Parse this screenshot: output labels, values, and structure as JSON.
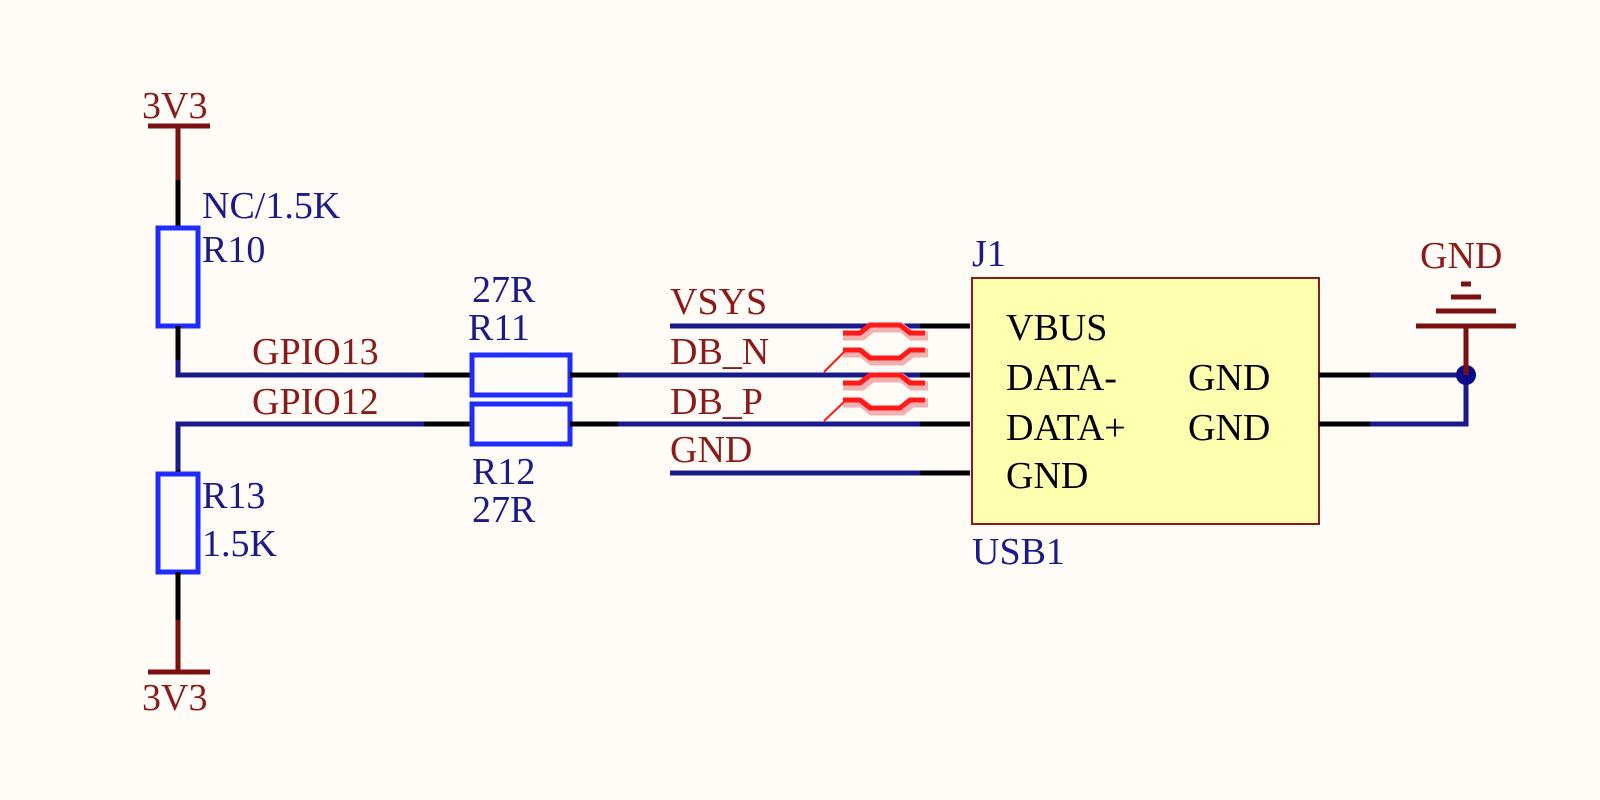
{
  "colors": {
    "wire": "#1a1a8c",
    "pin_stub": "#000000",
    "power": "#7a1010",
    "net_label": "#8b1a1a",
    "designator": "#1a1a8c",
    "resistor": "#1f2bff",
    "connector_fill": "#ffffb0",
    "connector_border": "#8b1a1a",
    "diff_pair_marker": "#ff1a1a",
    "junction": "#0a0a8c",
    "background": "#fffcf8"
  },
  "power_ports": {
    "top_left": "3V3",
    "bottom_left": "3V3",
    "ground": "GND"
  },
  "resistors": {
    "r10": {
      "designator": "R10",
      "value": "NC/1.5K"
    },
    "r11": {
      "designator": "R11",
      "value": "27R"
    },
    "r12": {
      "designator": "R12",
      "value": "27R"
    },
    "r13": {
      "designator": "R13",
      "value": "1.5K"
    }
  },
  "net_labels": {
    "gpio13": "GPIO13",
    "gpio12": "GPIO12",
    "vsys": "VSYS",
    "db_n": "DB_N",
    "db_p": "DB_P",
    "gnd": "GND"
  },
  "connector": {
    "designator": "J1",
    "comment": "USB1",
    "pins_left": [
      "VBUS",
      "DATA-",
      "DATA+",
      "GND"
    ],
    "pins_right": [
      "GND",
      "GND"
    ]
  },
  "icons": [
    "power-port-bar-icon",
    "ground-symbol-icon",
    "diff-pair-directive-icon",
    "junction-dot-icon"
  ]
}
